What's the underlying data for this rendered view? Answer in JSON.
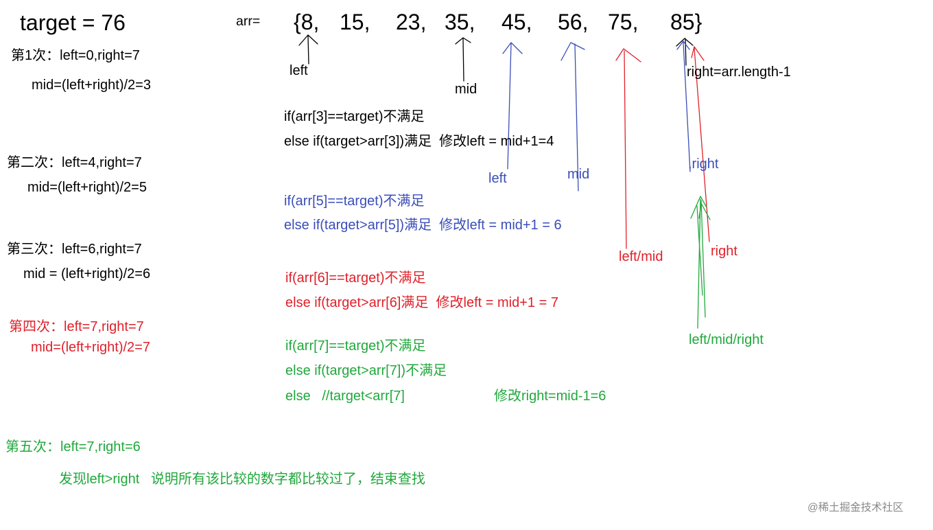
{
  "target_label": "target = 76",
  "arr_label": "arr=",
  "array_tokens": [
    "{8,",
    "15,",
    "23,",
    "35,",
    "45,",
    "56,",
    "75,",
    "85}"
  ],
  "colors": {
    "black": "#000000",
    "blue": "#3a4db8",
    "red": "#e0202a",
    "green": "#20a83c",
    "watermark": "#8a8a8a"
  },
  "icons": [
    "hand-drawn-arrow-icon"
  ],
  "annotations": {
    "left": "left",
    "mid": "mid",
    "right_len": "right=arr.length-1",
    "left_blue": "left",
    "mid_blue": "mid",
    "right_blue": ",right",
    "left_mid_red": "left/mid",
    "right_red": "right",
    "left_mid_right_green": "left/mid/right"
  },
  "steps": {
    "s1": {
      "title": "第1次：left=0,right=7",
      "mid": "mid=(left+right)/2=3"
    },
    "s2": {
      "title": "第二次：left=4,right=7",
      "mid": "mid=(left+right)/2=5"
    },
    "s3": {
      "title": "第三次：left=6,right=7",
      "mid": "mid = (left+right)/2=6"
    },
    "s4": {
      "title": "第四次：left=7,right=7",
      "mid": "mid=(left+right)/2=7"
    },
    "s5": {
      "title": "第五次：left=7,right=6",
      "note": "发现left>right   说明所有该比较的数字都比较过了，结束查找"
    }
  },
  "code": {
    "c1a": "if(arr[3]==target)不满足",
    "c1b": "else if(target>arr[3])满足  修改left = mid+1=4",
    "c2a": "if(arr[5]==target)不满足",
    "c2b": "else if(target>arr[5])满足  修改left = mid+1 = 6",
    "c3a": "if(arr[6]==target)不满足",
    "c3b": "else if(target>arr[6]满足  修改left = mid+1 = 7",
    "c4a": "if(arr[7]==target)不满足",
    "c4b": "else if(target>arr[7])不满足",
    "c4c": "else   //target<arr[7]",
    "c4d": "修改right=mid-1=6"
  },
  "watermark": "@稀土掘金技术社区"
}
